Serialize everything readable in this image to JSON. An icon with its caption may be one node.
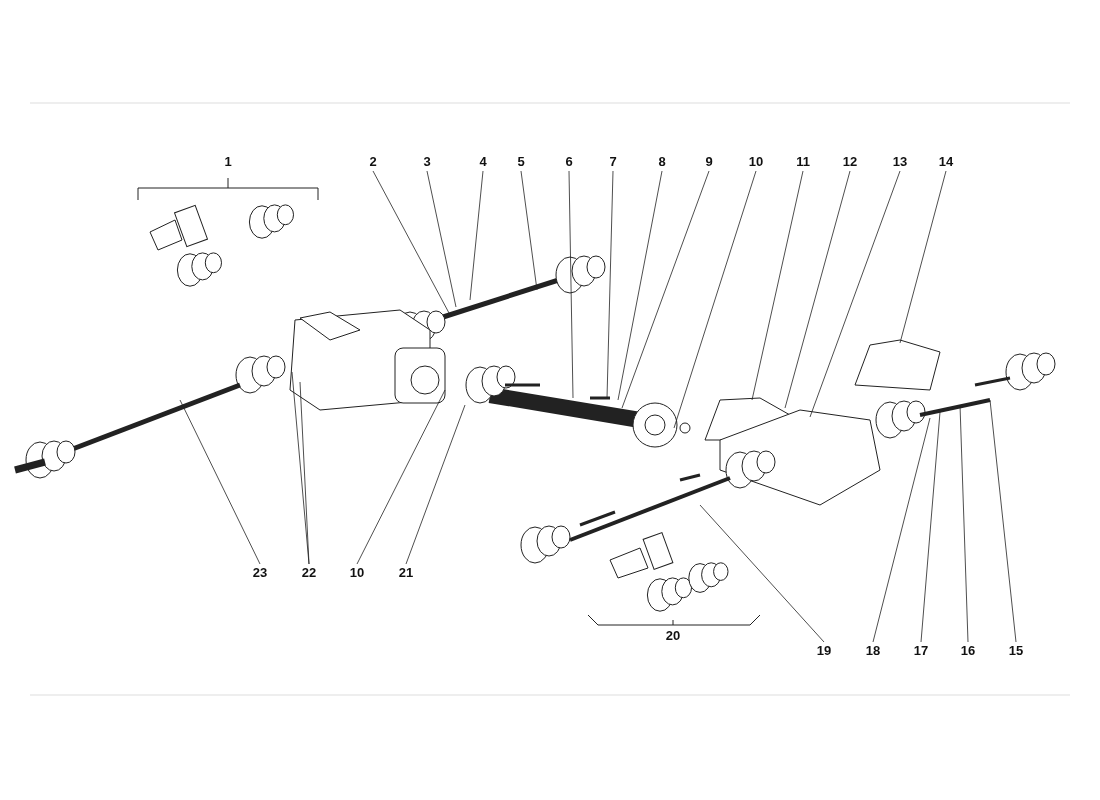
{
  "diagram": {
    "nodes": [
      {
        "text": [
          "1"
        ]
      },
      {
        "text": [
          "2"
        ]
      },
      {
        "text": [
          "3"
        ]
      },
      {
        "text": [
          "4"
        ]
      },
      {
        "text": [
          "5"
        ]
      },
      {
        "text": [
          "6"
        ]
      },
      {
        "text": [
          "7"
        ]
      },
      {
        "text": [
          "8"
        ]
      },
      {
        "text": [
          "9"
        ]
      },
      {
        "text": [
          "10"
        ]
      },
      {
        "text": [
          "11"
        ]
      },
      {
        "text": [
          "12"
        ]
      },
      {
        "text": [
          "13"
        ]
      },
      {
        "text": [
          "14"
        ]
      },
      {
        "text": [
          "23"
        ]
      },
      {
        "text": [
          "22"
        ]
      },
      {
        "text": [
          "10"
        ]
      },
      {
        "text": [
          "21"
        ]
      },
      {
        "text": [
          "20"
        ]
      },
      {
        "text": [
          "19"
        ]
      },
      {
        "text": [
          "18"
        ]
      },
      {
        "text": [
          "17"
        ]
      },
      {
        "text": [
          "16"
        ]
      },
      {
        "text": [
          "15"
        ]
      }
    ],
    "edges": [
      {
        "from": 1,
        "to": null,
        "arrow": "none"
      },
      {
        "from": 2,
        "to": null,
        "arrow": "none"
      },
      {
        "from": 3,
        "to": null,
        "arrow": "none"
      },
      {
        "from": 4,
        "to": null,
        "arrow": "none"
      },
      {
        "from": 5,
        "to": null,
        "arrow": "none"
      },
      {
        "from": 6,
        "to": null,
        "arrow": "none"
      },
      {
        "from": 7,
        "to": null,
        "arrow": "none"
      },
      {
        "from": 8,
        "to": null,
        "arrow": "none"
      },
      {
        "from": 9,
        "to": null,
        "arrow": "none"
      },
      {
        "from": 10,
        "to": null,
        "arrow": "none"
      },
      {
        "from": 11,
        "to": null,
        "arrow": "none"
      },
      {
        "from": 12,
        "to": null,
        "arrow": "none"
      },
      {
        "from": 13,
        "to": null,
        "arrow": "none"
      },
      {
        "from": 14,
        "to": null,
        "arrow": "none"
      },
      {
        "from": 15,
        "to": null,
        "arrow": "none"
      },
      {
        "from": 15,
        "to": null,
        "arrow": "none"
      },
      {
        "from": 16,
        "to": null,
        "arrow": "none"
      },
      {
        "from": 17,
        "to": null,
        "arrow": "none"
      },
      {
        "from": 19,
        "to": null,
        "arrow": "none"
      },
      {
        "from": 20,
        "to": null,
        "arrow": "none"
      },
      {
        "from": 21,
        "to": null,
        "arrow": "none"
      },
      {
        "from": 22,
        "to": null,
        "arrow": "none"
      },
      {
        "from": 23,
        "to": null,
        "arrow": "none"
      }
    ]
  }
}
